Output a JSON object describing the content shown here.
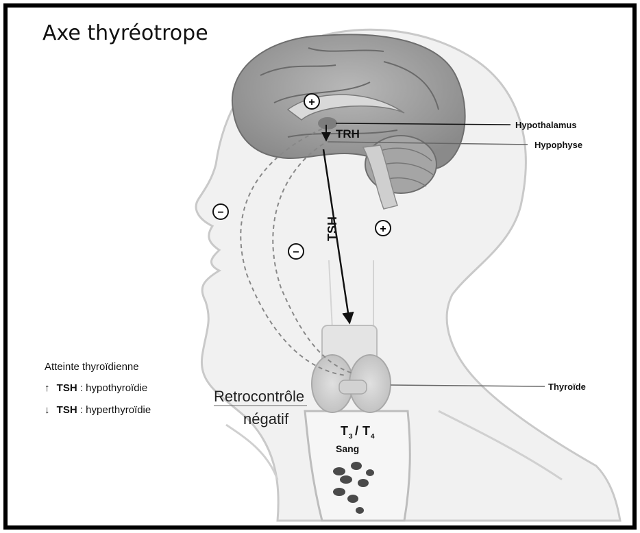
{
  "title": "Axe thyréotrope",
  "labels": {
    "hypothalamus": "Hypothalamus",
    "hypophyse": "Hypophyse",
    "thyroide": "Thyroïde",
    "trh": "TRH",
    "tsh": "TSH",
    "retro_line1": "Retrocontrôle",
    "retro_line2": "négatif",
    "t3": "T",
    "t3_sub": "3",
    "slash": "/",
    "t4": "T",
    "t4_sub": "4",
    "sang": "Sang"
  },
  "legend": {
    "heading": "Atteinte thyroïdienne",
    "line1_arrow": "↑",
    "line1_bold": "TSH",
    "line1_rest": " : hypothyroïdie",
    "line2_arrow": "↓",
    "line2_bold": "TSH",
    "line2_rest": " : hyperthyroïdie"
  },
  "signs": {
    "plus": "+",
    "minus": "−"
  }
}
